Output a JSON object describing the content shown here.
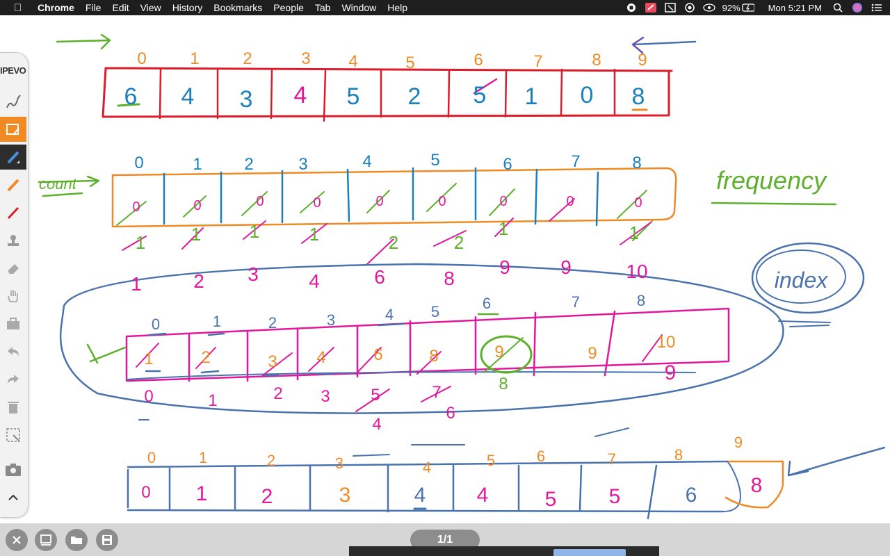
{
  "menubar": {
    "app_name": "Chrome",
    "items": [
      "File",
      "Edit",
      "View",
      "History",
      "Bookmarks",
      "People",
      "Tab",
      "Window",
      "Help"
    ],
    "battery": "92%",
    "clock": "Mon 5:21 PM"
  },
  "toolbar": {
    "brand": "IPEVO",
    "tools": [
      "pen-icon",
      "selection-icon",
      "blue-pen-icon",
      "highlighter-icon",
      "red-pen-icon",
      "stamp-icon",
      "eraser-icon",
      "hand-icon",
      "toolbox-icon",
      "undo-icon",
      "redo-icon",
      "trash-icon",
      "capture-icon",
      "camera-icon",
      "chevron-up-icon"
    ]
  },
  "bottom": {
    "page_indicator": "1/1"
  },
  "whiteboard": {
    "row1": {
      "indices": [
        "0",
        "1",
        "2",
        "3",
        "4",
        "5",
        "6",
        "7",
        "8",
        "9"
      ],
      "values": [
        "6",
        "4",
        "3",
        "4",
        "5",
        "2",
        "5",
        "1",
        "0",
        "8"
      ]
    },
    "row2": {
      "label": "count",
      "indices": [
        "0",
        "1",
        "2",
        "3",
        "4",
        "5",
        "6",
        "7",
        "8"
      ],
      "cells": [
        "0",
        "0",
        "0",
        "0",
        "0",
        "0",
        "0",
        "0",
        "0"
      ],
      "below": [
        "1",
        "1",
        "1",
        "1",
        "2",
        "2",
        "1",
        "",
        "1"
      ],
      "side_label": "frequency"
    },
    "prefix_row": [
      "1",
      "2",
      "3",
      "4",
      "6",
      "8",
      "9",
      "9",
      "10"
    ],
    "row3": {
      "indices": [
        "0",
        "1",
        "2",
        "3",
        "4",
        "5",
        "6",
        "7",
        "8"
      ],
      "cells": [
        "1",
        "2",
        "3",
        "4",
        "6",
        "8",
        "9",
        "9",
        "10"
      ],
      "extra": [
        "8",
        "9"
      ],
      "below": [
        "0",
        "1",
        "2",
        "3",
        "5",
        "7",
        "6",
        "4"
      ]
    },
    "index_label": "index",
    "row4": {
      "indices": [
        "0",
        "1",
        "2",
        "3",
        "4",
        "5",
        "6",
        "7",
        "8",
        "9"
      ],
      "values": [
        "0",
        "1",
        "2",
        "3",
        "4",
        "4",
        "5",
        "5",
        "6",
        "8"
      ]
    }
  },
  "colors": {
    "red": "#dd1c2b",
    "orange": "#f08a24",
    "blue": "#1a80bd",
    "magenta": "#e1189c",
    "green": "#5cb02b",
    "slate": "#4a72ad"
  }
}
